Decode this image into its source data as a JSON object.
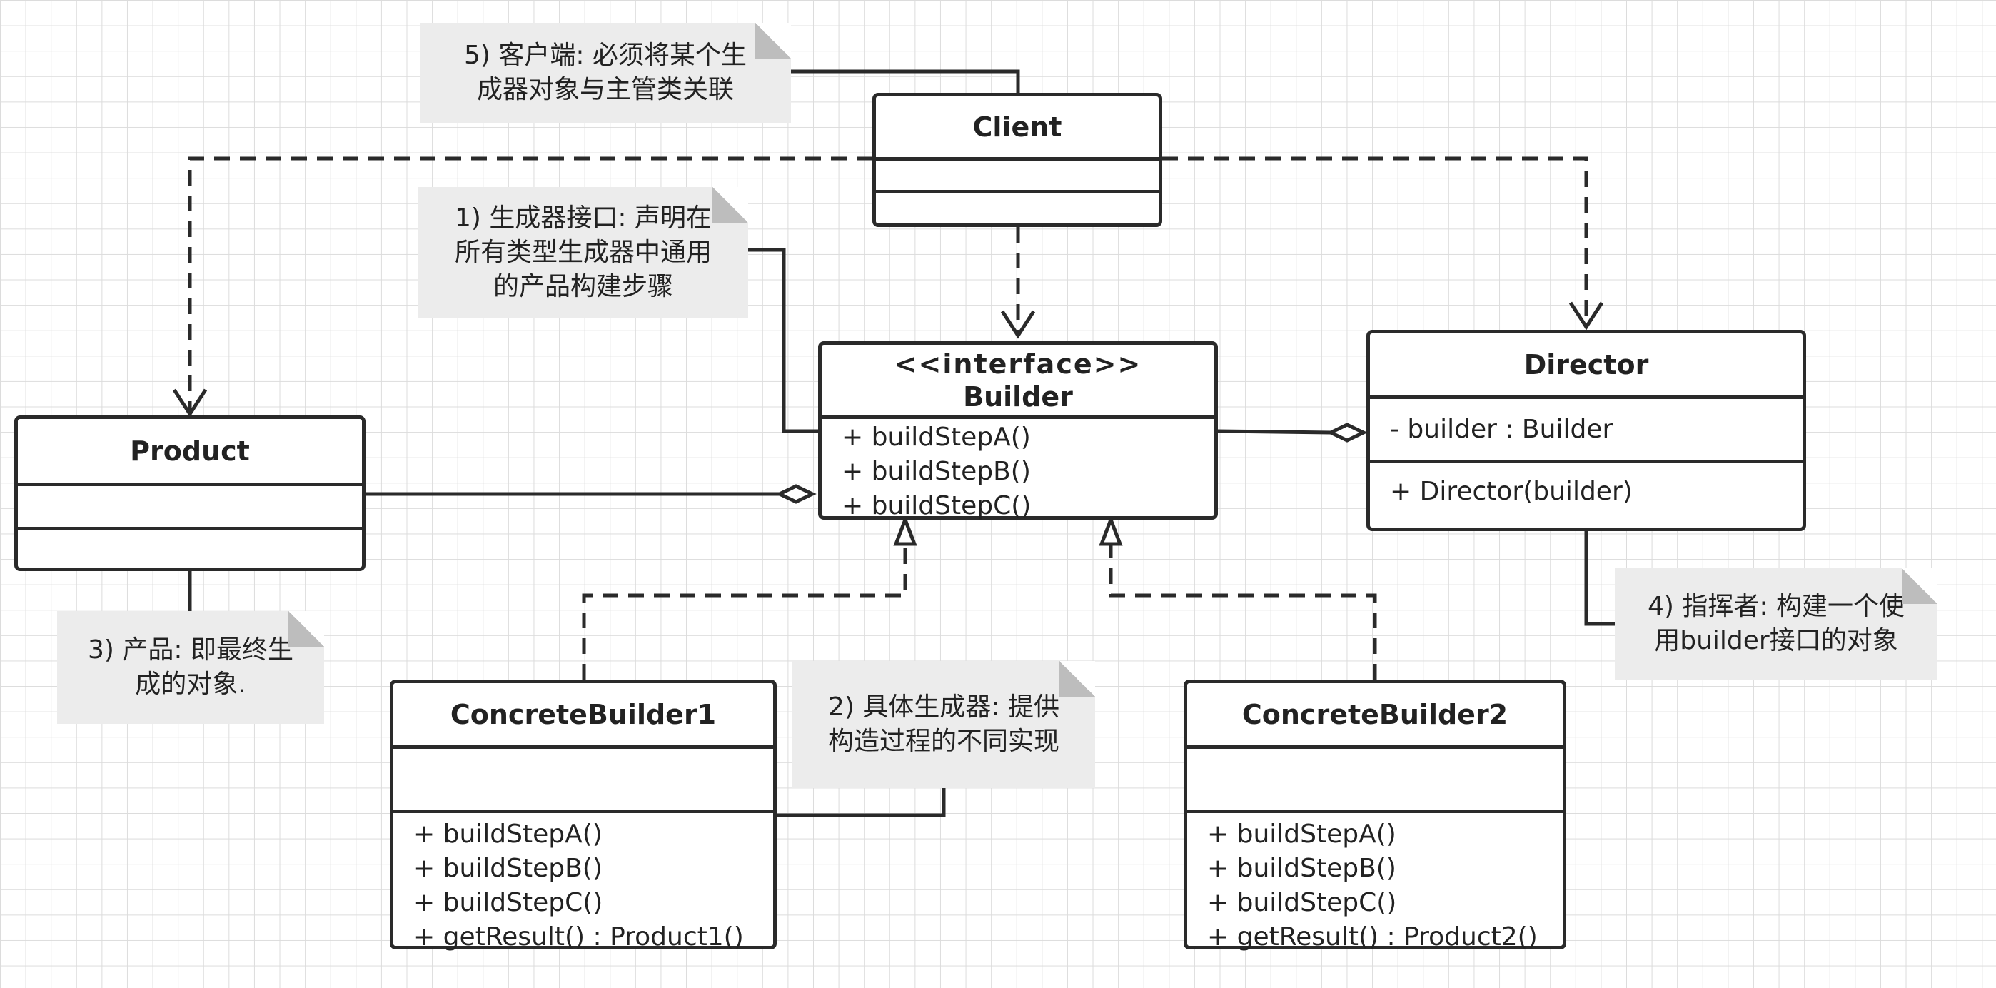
{
  "classes": {
    "client": {
      "name": "Client"
    },
    "builder": {
      "stereotype": "<<interface>>",
      "name": "Builder",
      "methods": [
        "+ buildStepA()",
        "+ buildStepB()",
        "+ buildStepC()"
      ]
    },
    "director": {
      "name": "Director",
      "fields": [
        "- builder : Builder"
      ],
      "methods": [
        "+ Director(builder)"
      ]
    },
    "product": {
      "name": "Product"
    },
    "concrete_builder_1": {
      "name": "ConcreteBuilder1",
      "methods": [
        "+ buildStepA()",
        "+ buildStepB()",
        "+ buildStepC()",
        "+ getResult() : Product1()"
      ]
    },
    "concrete_builder_2": {
      "name": "ConcreteBuilder2",
      "methods": [
        "+ buildStepA()",
        "+ buildStepB()",
        "+ buildStepC()",
        "+ getResult() : Product2()"
      ]
    }
  },
  "notes": {
    "client_note": [
      "5) 客户端: 必须将某个生",
      "成器对象与主管类关联"
    ],
    "builder_note": [
      "1) 生成器接口: 声明在",
      "所有类型生成器中通用",
      "的产品构建步骤"
    ],
    "concrete_note": [
      "2) 具体生成器: 提供",
      "构造过程的不同实现"
    ],
    "product_note": [
      "3) 产品: 即最终生",
      "成的对象."
    ],
    "director_note": [
      "4) 指挥者: 构建一个使",
      "用builder接口的对象"
    ]
  },
  "colors": {
    "line": "#2a2a2a",
    "note_bg": "#ececec",
    "grid": "#dcdcdc"
  }
}
